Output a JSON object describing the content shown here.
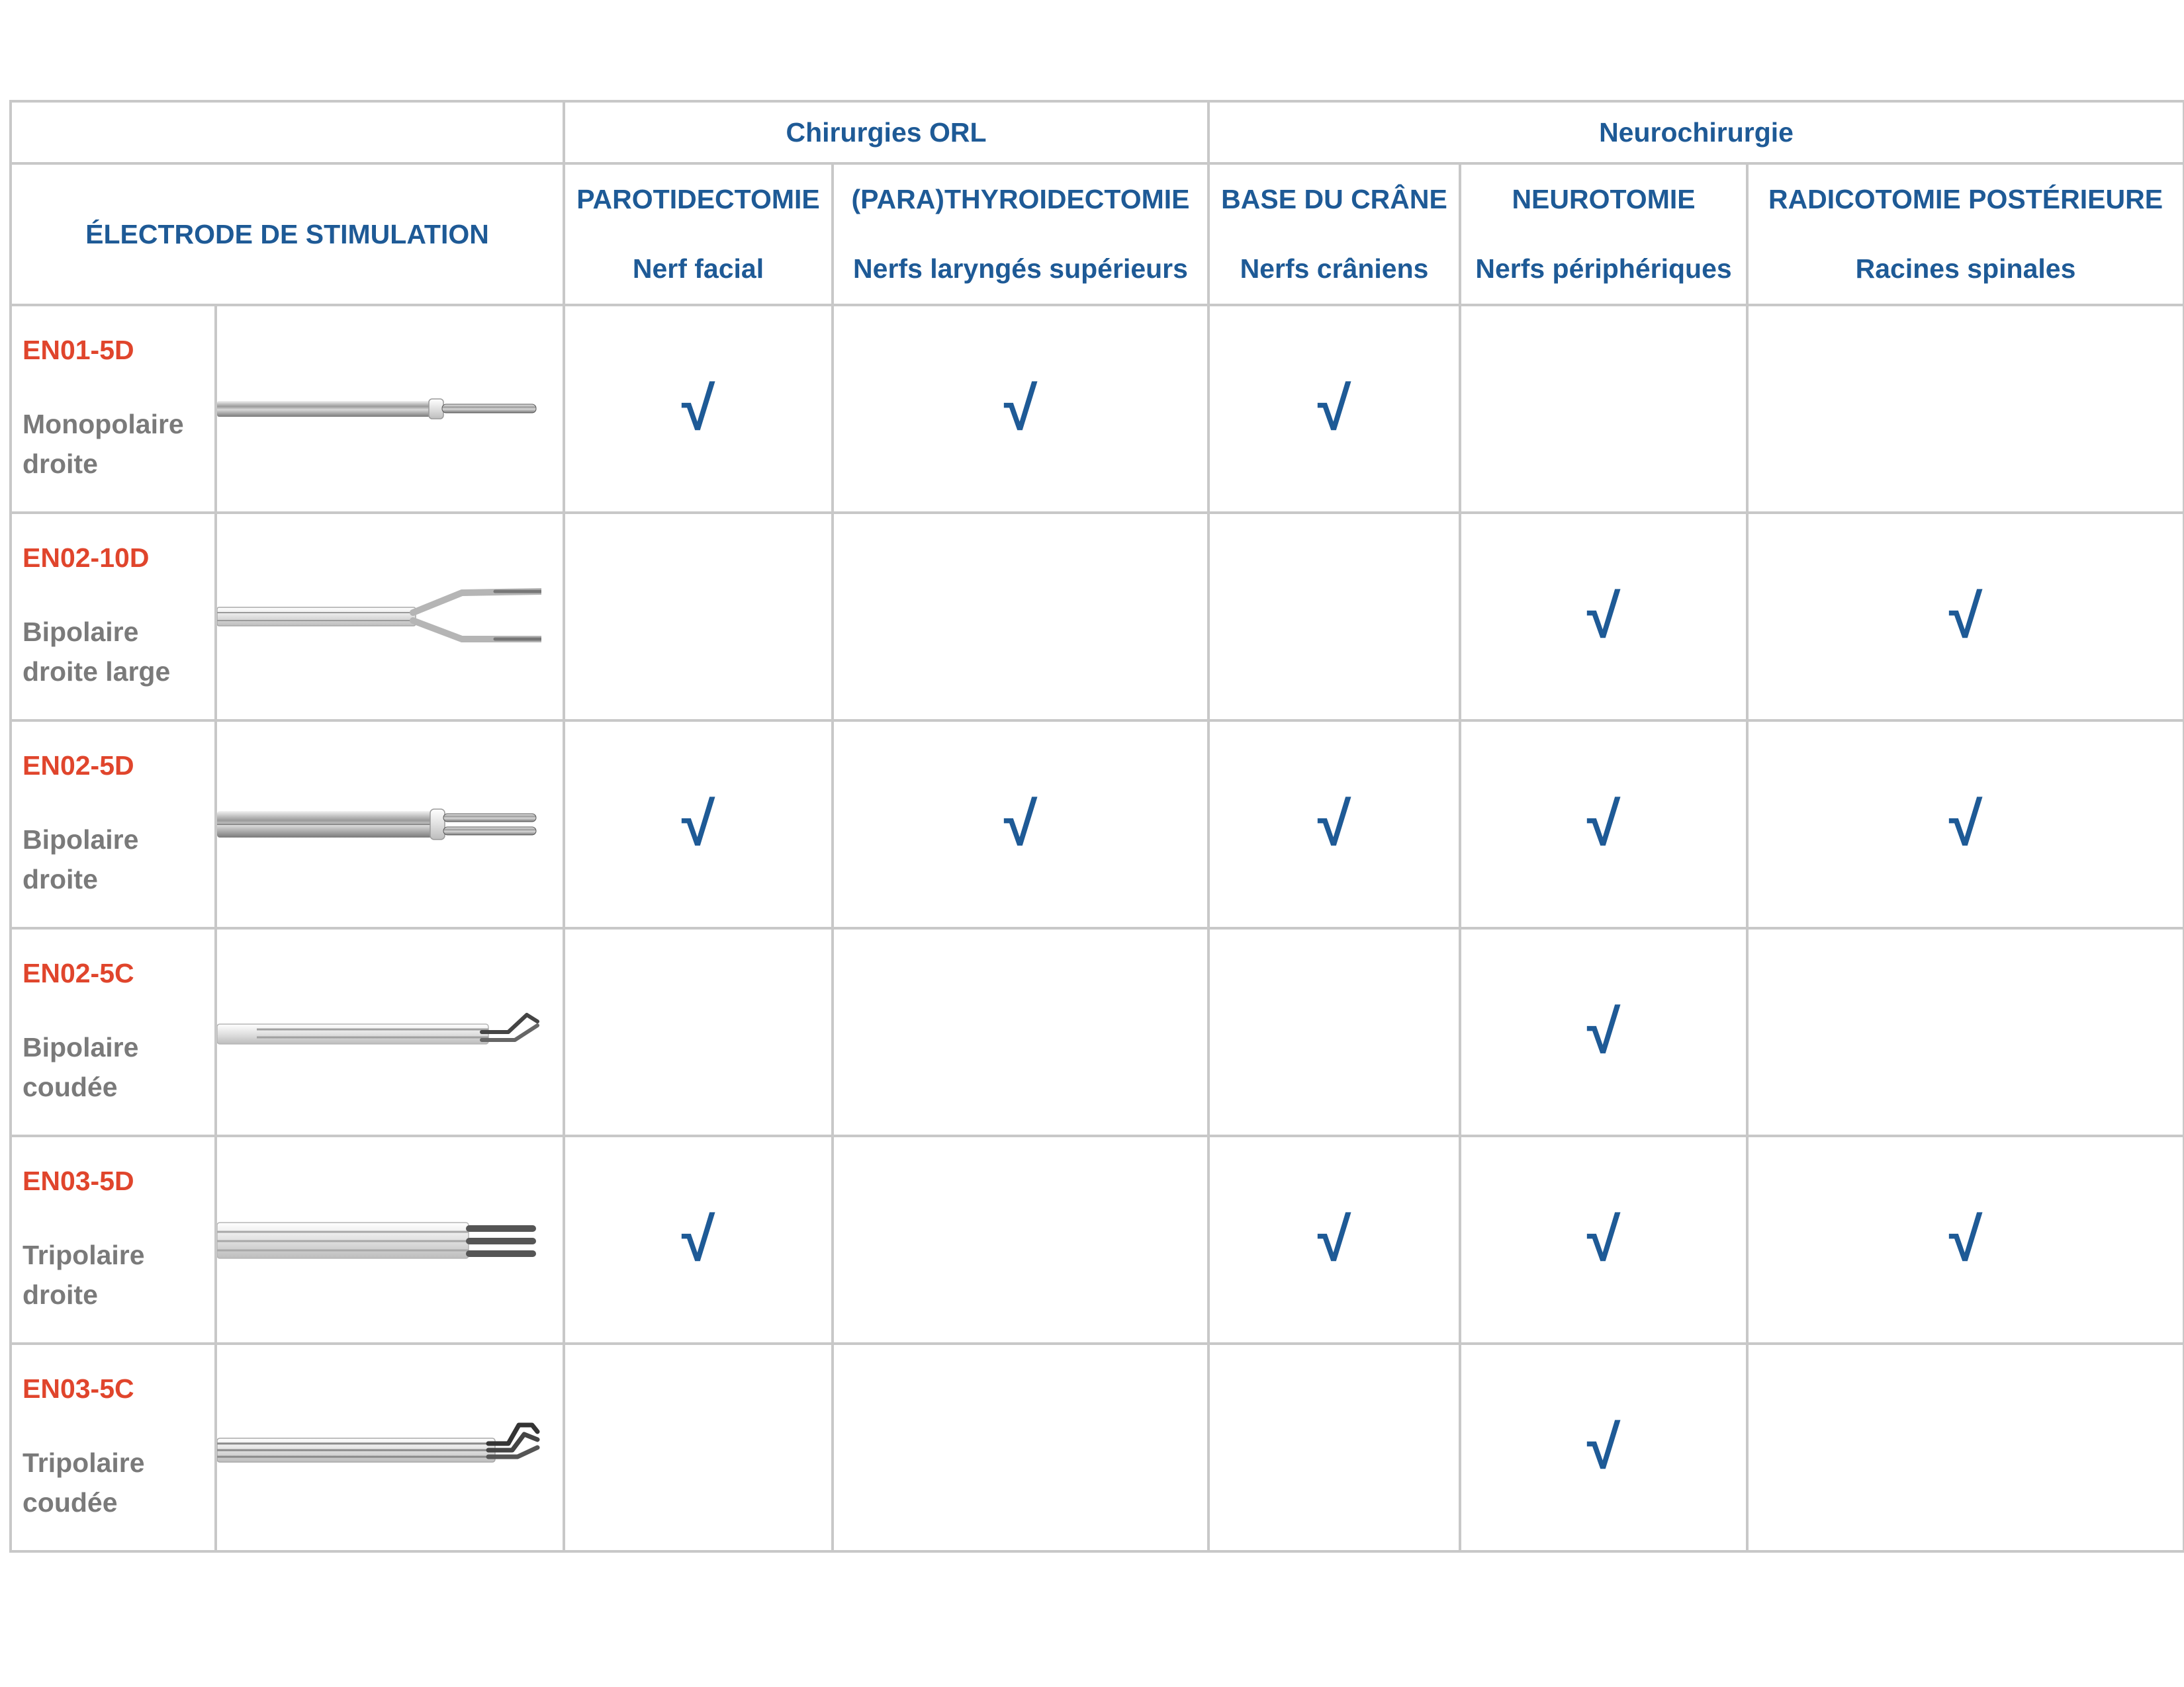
{
  "header": {
    "electrode_label": "ÉLECTRODE DE STIMULATION",
    "groups": [
      {
        "label": "Chirurgies ORL"
      },
      {
        "label": "Neurochirurgie"
      }
    ],
    "columns": [
      {
        "title": "PAROTIDECTOMIE",
        "subtitle": "Nerf facial"
      },
      {
        "title": "(PARA)THYROIDECTOMIE",
        "subtitle": "Nerfs laryngés supérieurs"
      },
      {
        "title": "BASE DU CRÂNE",
        "subtitle": "Nerfs crâniens"
      },
      {
        "title": "NEUROTOMIE",
        "subtitle": "Nerfs périphériques"
      },
      {
        "title": "RADICOTOMIE POSTÉRIEURE",
        "subtitle": "Racines spinales"
      }
    ]
  },
  "check_symbol": "√",
  "colors": {
    "header_blue": "#1e5a96",
    "code_red": "#e0452c",
    "desc_gray": "#7a7a7a",
    "border_gray": "#c8c8c8"
  },
  "rows": [
    {
      "code": "EN01-5D",
      "desc_line1": "Monopolaire",
      "desc_line2": "droite",
      "image": "monopolar-straight-electrode",
      "checks": [
        "√",
        "√",
        "√",
        "",
        ""
      ]
    },
    {
      "code": "EN02-10D",
      "desc_line1": "Bipolaire",
      "desc_line2": "droite large",
      "image": "bipolar-wide-straight-electrode",
      "checks": [
        "",
        "",
        "",
        "√",
        "√"
      ]
    },
    {
      "code": "EN02-5D",
      "desc_line1": "Bipolaire",
      "desc_line2": "droite",
      "image": "bipolar-straight-electrode",
      "checks": [
        "√",
        "√",
        "√",
        "√",
        "√"
      ]
    },
    {
      "code": "EN02-5C",
      "desc_line1": "Bipolaire",
      "desc_line2": "coudée",
      "image": "bipolar-angled-electrode",
      "checks": [
        "",
        "",
        "",
        "√",
        ""
      ]
    },
    {
      "code": "EN03-5D",
      "desc_line1": "Tripolaire",
      "desc_line2": "droite",
      "image": "tripolar-straight-electrode",
      "checks": [
        "√",
        "",
        "√",
        "√",
        "√"
      ]
    },
    {
      "code": "EN03-5C",
      "desc_line1": "Tripolaire",
      "desc_line2": "coudée",
      "image": "tripolar-angled-electrode",
      "checks": [
        "",
        "",
        "",
        "√",
        ""
      ]
    }
  ]
}
